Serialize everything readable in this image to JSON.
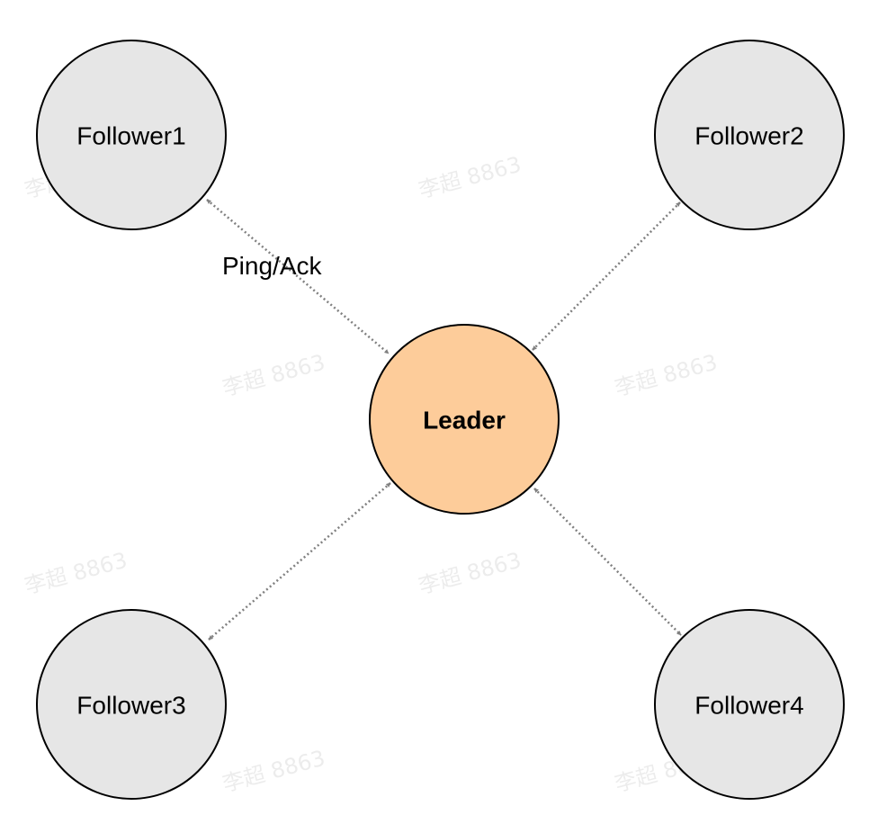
{
  "diagram": {
    "nodes": {
      "follower1": "Follower1",
      "follower2": "Follower2",
      "follower3": "Follower3",
      "follower4": "Follower4",
      "leader": "Leader"
    },
    "edge_label": "Ping/Ack",
    "watermark": "李超 8863"
  },
  "colors": {
    "follower_fill": "#e6e6e6",
    "leader_fill": "#fdcc9a",
    "stroke": "#000000",
    "edge": "#808080"
  }
}
